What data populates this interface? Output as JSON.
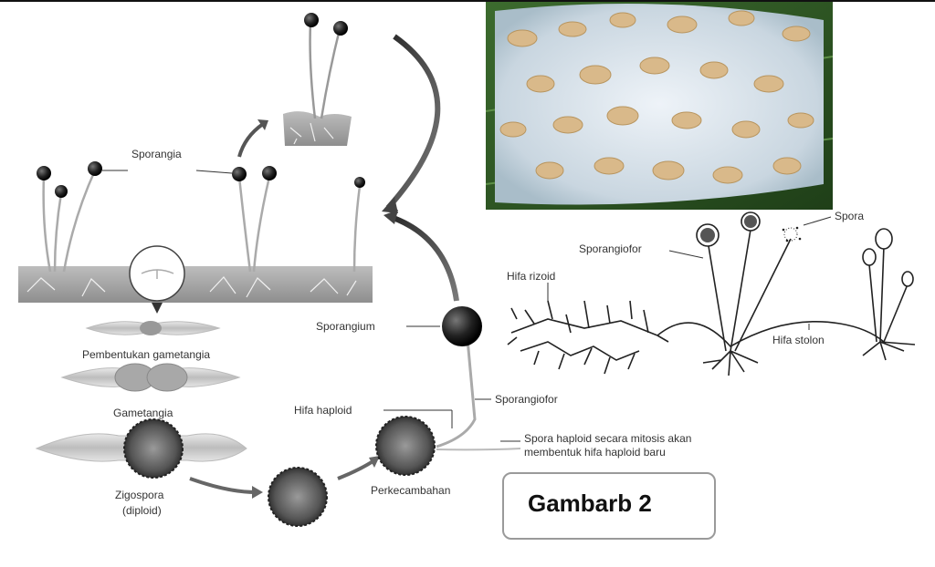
{
  "labels": {
    "sporangia": "Sporangia",
    "pembentukan_gametangia": "Pembentukan gametangia",
    "gametangia": "Gametangia",
    "zigospora": "Zigospora",
    "diploid": "(diploid)",
    "perkecambahan": "Perkecambahan",
    "hifa_haploid": "Hifa haploid",
    "sporangium": "Sporangium",
    "sporangiofor_lower": "Sporangiofor",
    "spora_haploid_line1": "Spora haploid secara mitosis akan",
    "spora_haploid_line2": "membentuk hifa haploid baru",
    "hifa_rizoid": "Hifa rizoid",
    "sporangiofor_upper": "Sporangiofor",
    "spora": "Spora",
    "hifa_stolon": "Hifa stolon"
  },
  "caption": {
    "text": "Gambarb 2"
  }
}
